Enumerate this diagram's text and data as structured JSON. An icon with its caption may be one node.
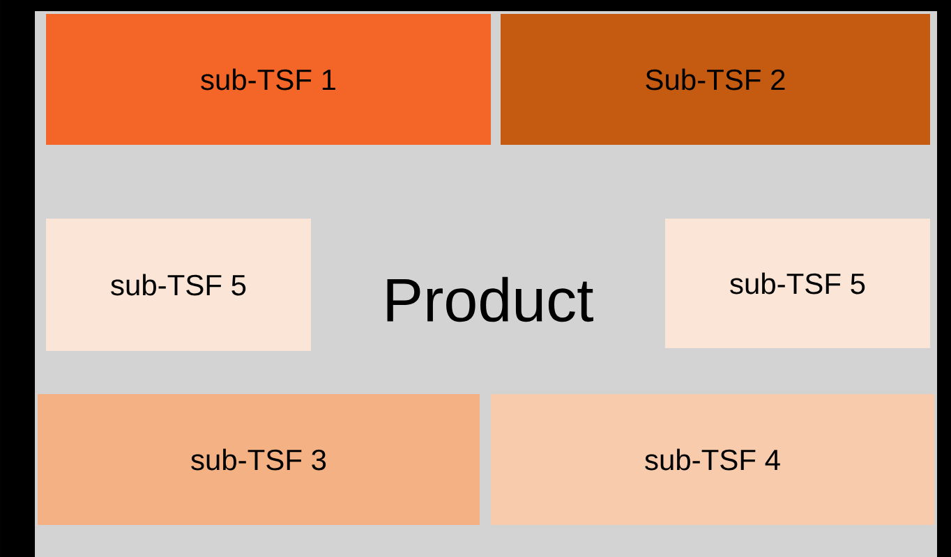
{
  "diagram": {
    "nodes": [
      {
        "text": [
          "Product"
        ]
      },
      {
        "text": [
          "sub-TSF 1"
        ],
        "in": 0
      },
      {
        "text": [
          "Sub-TSF 2"
        ],
        "in": 0
      },
      {
        "text": [
          "sub-TSF 5"
        ],
        "in": 0
      },
      {
        "text": [
          "sub-TSF 5"
        ],
        "in": 0
      },
      {
        "text": [
          "sub-TSF 3"
        ],
        "in": 0
      },
      {
        "text": [
          "sub-TSF 4"
        ],
        "in": 0
      }
    ]
  }
}
